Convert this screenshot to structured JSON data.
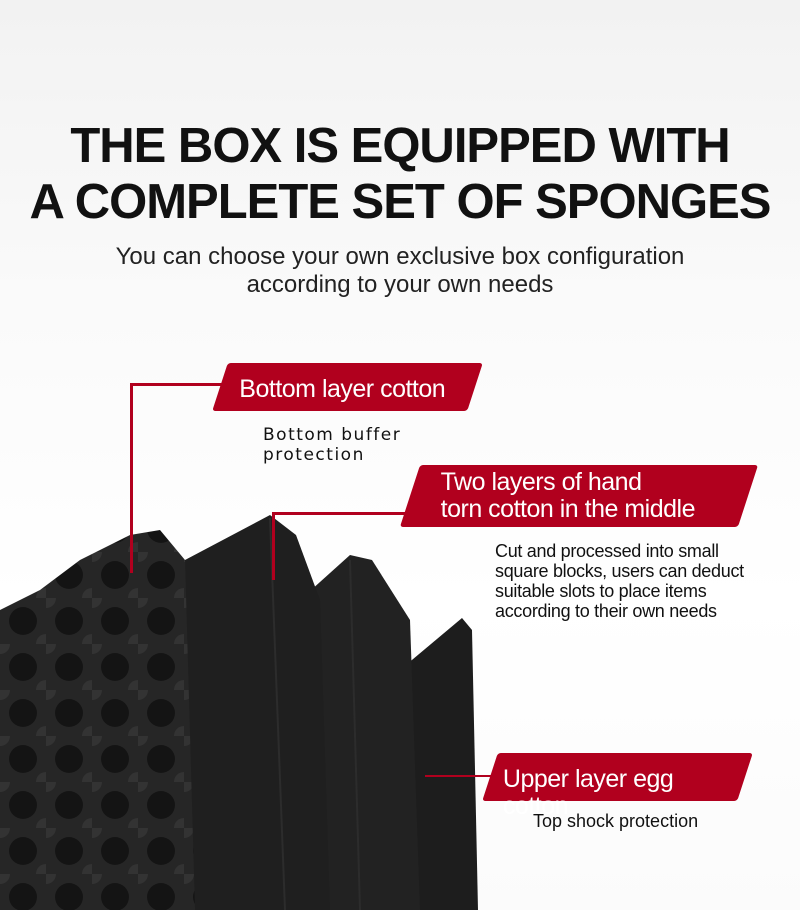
{
  "heading": {
    "line1": "THE BOX IS EQUIPPED WITH",
    "line2": "A COMPLETE SET OF SPONGES"
  },
  "subtitle": {
    "line1": "You can choose your own exclusive box configuration",
    "line2": "according to your own needs"
  },
  "callouts": [
    {
      "label": "Bottom layer cotton",
      "description_lines": [
        "Bottom buffer",
        "protection"
      ]
    },
    {
      "label_lines": [
        "Two layers of hand",
        "torn cotton in the middle"
      ],
      "description_lines": [
        "Cut and processed into small",
        "square blocks, users can deduct",
        "suitable slots to place items",
        "according to their own needs"
      ]
    },
    {
      "label": "Upper layer egg cotton",
      "description_lines": [
        "Top shock protection"
      ]
    }
  ],
  "colors": {
    "accent": "#b1001e",
    "foam": "#1e1e1e"
  }
}
